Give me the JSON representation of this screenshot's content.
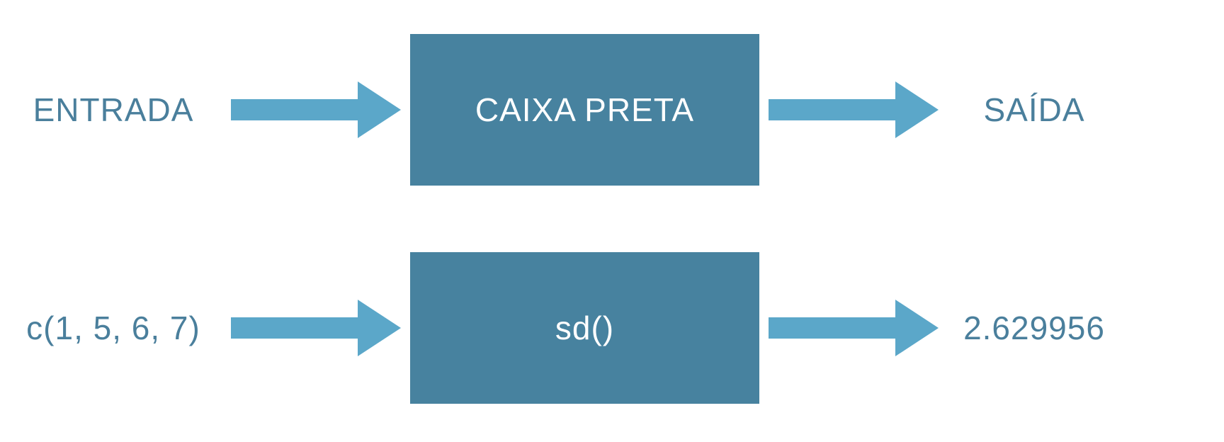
{
  "colors": {
    "box": "#47829f",
    "arrow": "#5ba7c9",
    "label": "#4a7f9c",
    "box_text": "#ffffff"
  },
  "rows": [
    {
      "input": "ENTRADA",
      "box": "CAIXA PRETA",
      "output": "SAÍDA"
    },
    {
      "input": "c(1, 5, 6, 7)",
      "box": "sd()",
      "output": "2.629956"
    }
  ]
}
